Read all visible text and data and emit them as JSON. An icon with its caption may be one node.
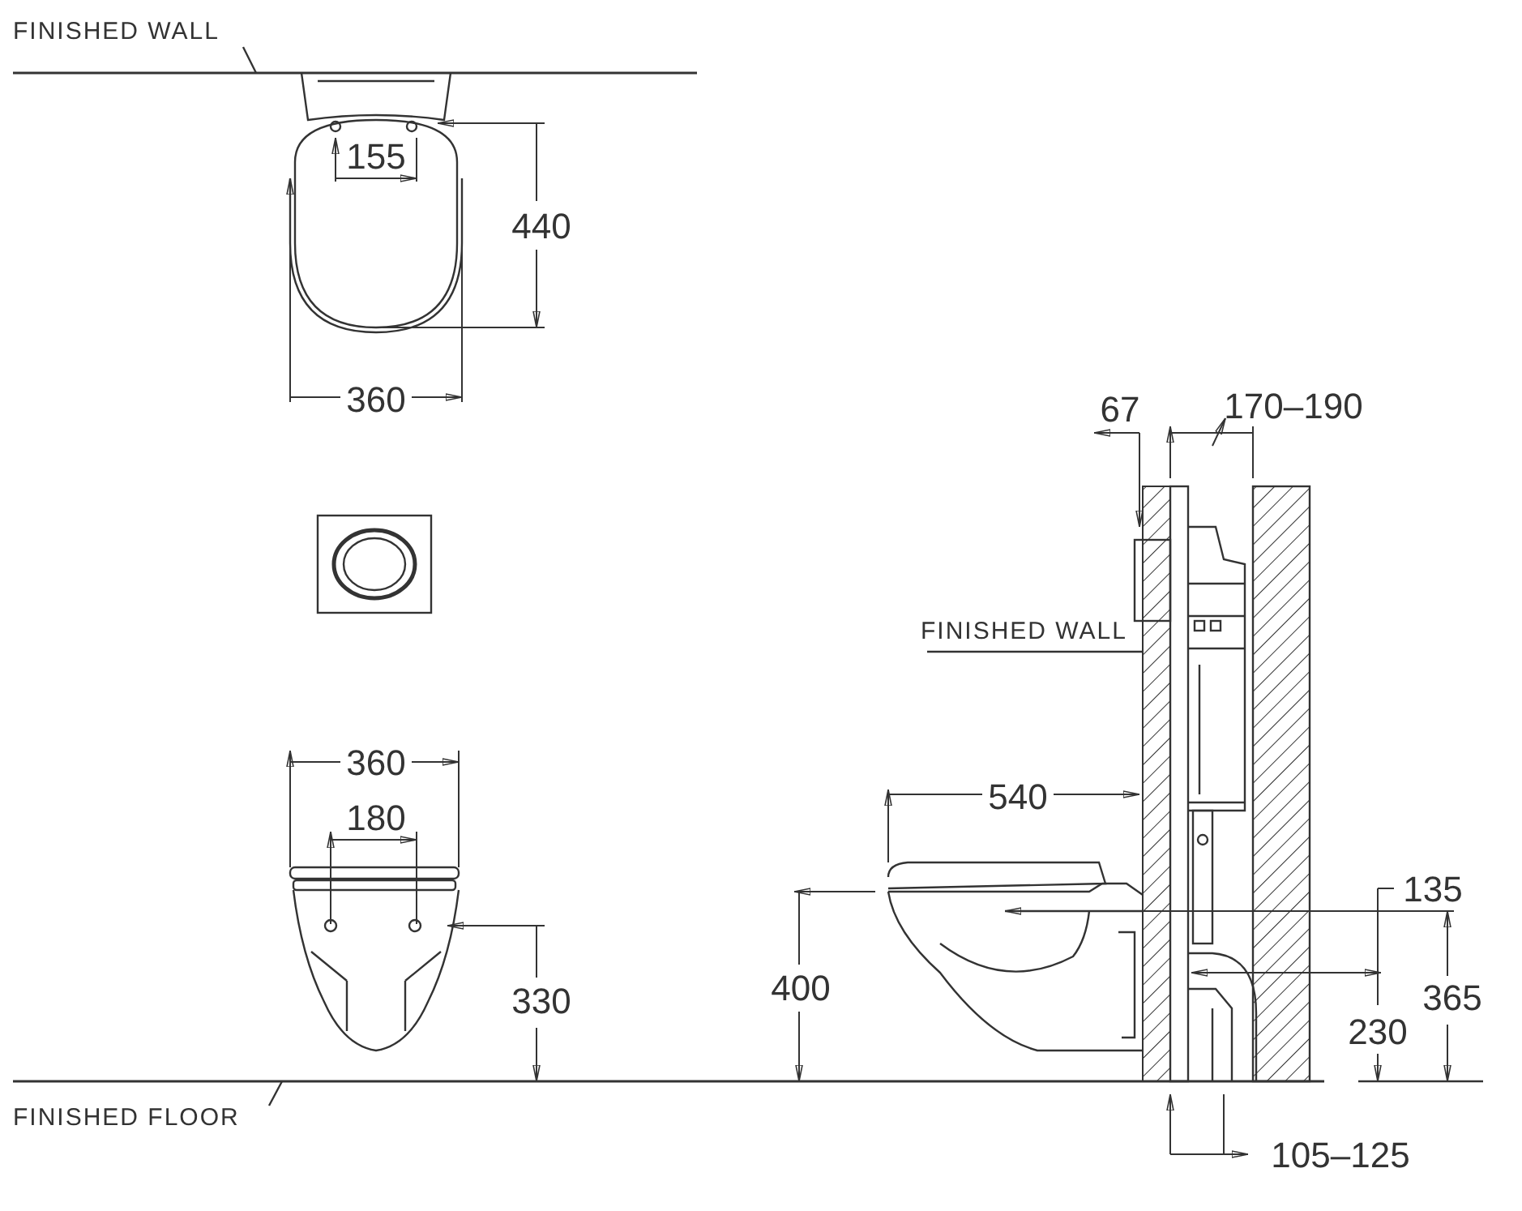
{
  "diagram": {
    "nodes": [
      {
        "text": [
          "FINISHED WALL"
        ]
      },
      {
        "text": [],
        "shape": "line"
      },
      {
        "text": [
          "FINISHED WALL"
        ]
      },
      {
        "text": [],
        "shape": "bar"
      },
      {
        "text": [
          "FINISHED FLOOR"
        ]
      },
      {
        "text": [],
        "shape": "line"
      }
    ],
    "edges": [
      {
        "from": 0,
        "to": 1,
        "arrow": "none"
      },
      {
        "from": 2,
        "to": 3,
        "arrow": "none"
      },
      {
        "from": 4,
        "to": 5,
        "arrow": "none"
      }
    ],
    "labels": [
      "155",
      "440",
      "360",
      "67",
      "170–190",
      "360",
      "180",
      "540",
      "135",
      "400",
      "365",
      "230",
      "330",
      "105–125"
    ]
  }
}
